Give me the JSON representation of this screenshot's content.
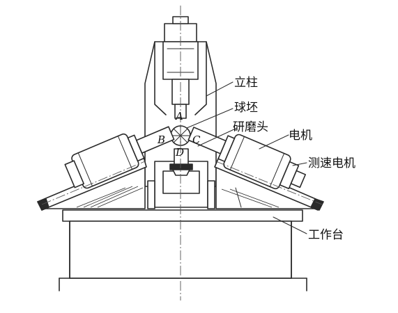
{
  "labels": {
    "column": "立柱",
    "ball_blank": "球坯",
    "grinding_head": "研磨头",
    "motor": "电机",
    "tacho_motor": "测速电机",
    "worktable": "工作台"
  },
  "points": {
    "a": "A",
    "b": "B",
    "c": "C",
    "d": "D"
  }
}
